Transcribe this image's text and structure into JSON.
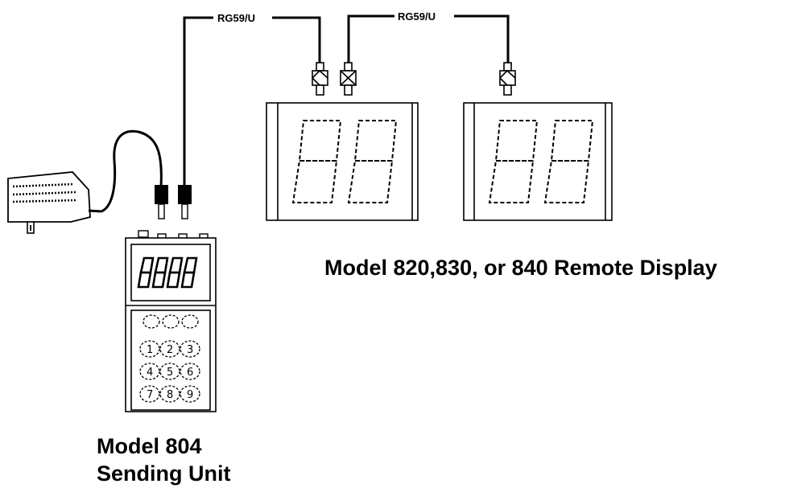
{
  "cables": [
    {
      "tag": "RG59/U"
    },
    {
      "tag": "RG59/U"
    }
  ],
  "remote_display": {
    "caption": "Model 820,830, or 840 Remote Display"
  },
  "sending_unit": {
    "caption_line1": "Model 804",
    "caption_line2": "Sending Unit",
    "keys": [
      "1",
      "2",
      "3",
      "4",
      "5",
      "6",
      "7",
      "8",
      "9"
    ],
    "display_digits": "8888"
  }
}
